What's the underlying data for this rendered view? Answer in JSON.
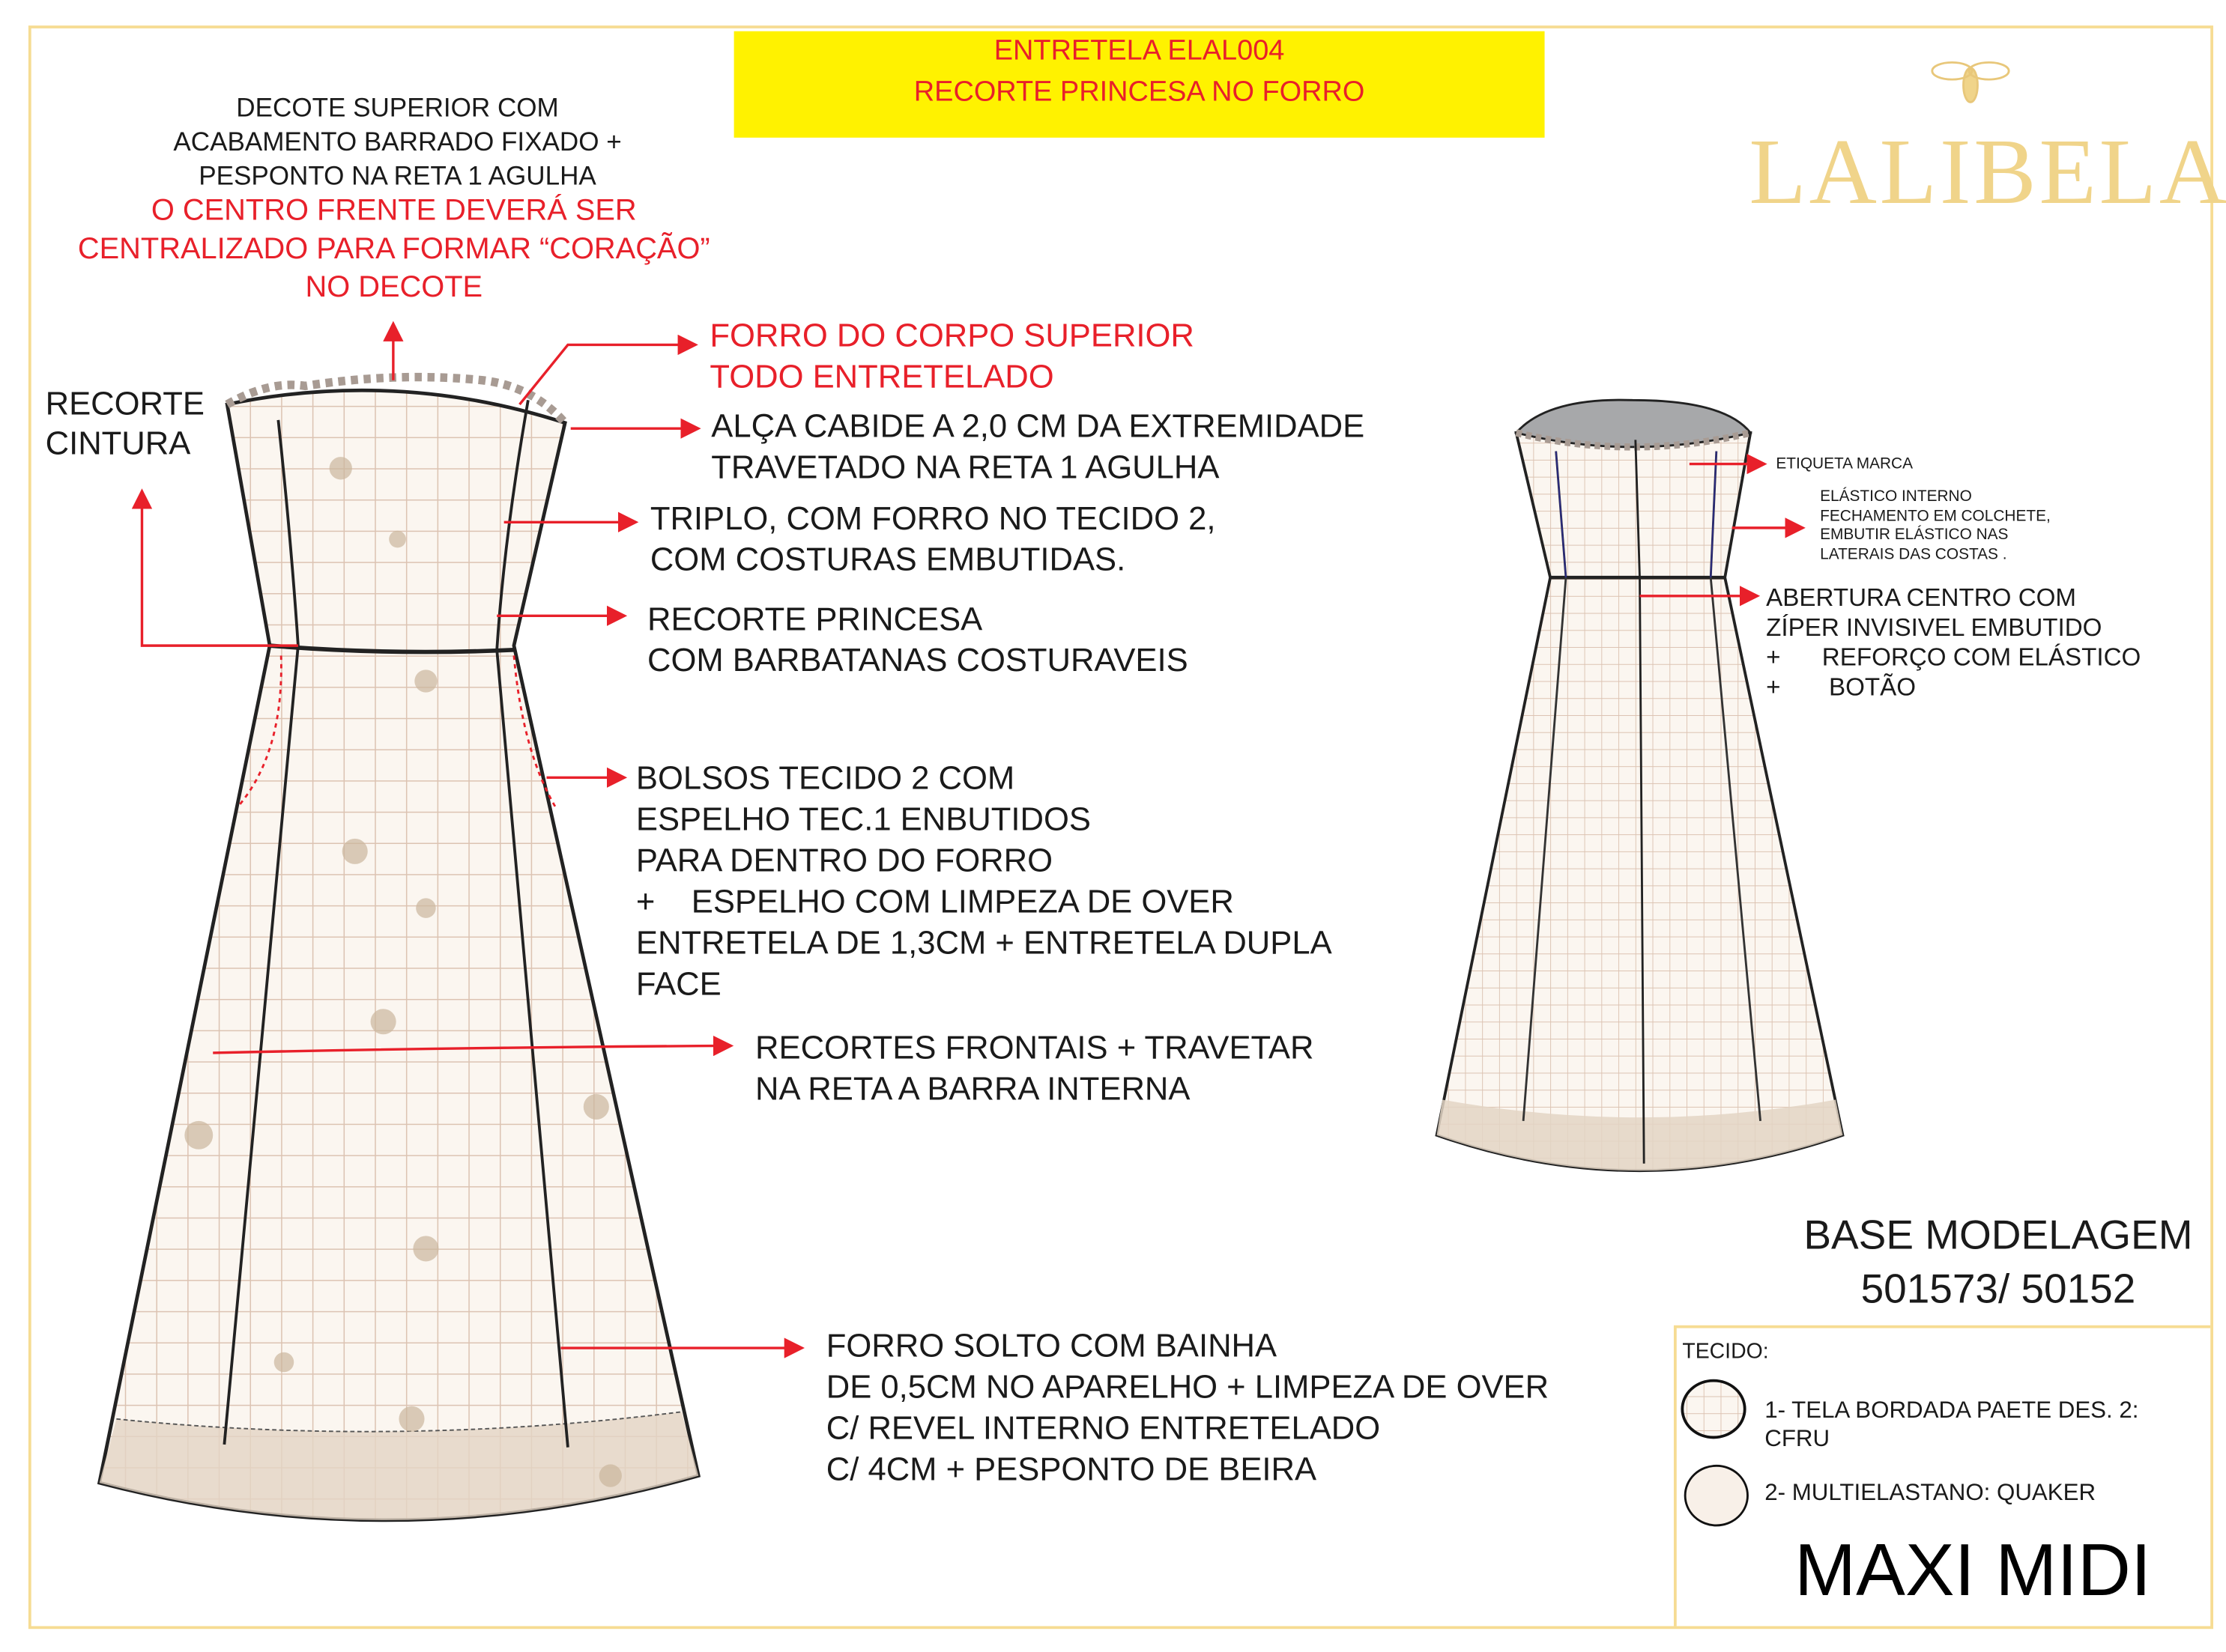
{
  "header": {
    "line1": "ENTRETELA ELAL004",
    "line2": "RECORTE PRINCESA NO FORRO"
  },
  "brand": {
    "logo_text": "LALIBELA",
    "logo_icon": "bee-icon",
    "color": "#f0d48a"
  },
  "colors": {
    "accent_red": "#e8202a",
    "highlight": "#fff200",
    "frame": "#f6dc93",
    "fabric": "#f7efe6",
    "grid": "#d8bfae"
  },
  "notes": {
    "neckline": [
      "DECOTE SUPERIOR COM",
      "ACABAMENTO BARRADO FIXADO +",
      "PESPONTO NA RETA 1 AGULHA"
    ],
    "neckline_red": [
      "O CENTRO FRENTE DEVERÁ SER",
      "CENTRALIZADO PARA FORMAR “CORAÇÃO”",
      "NO DECOTE"
    ],
    "waist": [
      "RECORTE",
      "CINTURA"
    ],
    "lining": [
      "FORRO DO CORPO SUPERIOR",
      "TODO ENTRETELADO"
    ],
    "strap": [
      "ALÇA CABIDE A 2,0 CM DA EXTREMIDADE",
      "TRAVETADO NA RETA 1 AGULHA"
    ],
    "triple": [
      "TRIPLO, COM FORRO NO TECIDO 2,",
      "COM COSTURAS EMBUTIDAS."
    ],
    "princess": [
      "RECORTE PRINCESA",
      "COM BARBATANAS COSTURAVEIS"
    ],
    "pockets": [
      "BOLSOS TECIDO 2 COM",
      "ESPELHO TEC.1 ENBUTIDOS",
      "PARA DENTRO DO FORRO",
      "+    ESPELHO COM LIMPEZA DE OVER",
      "ENTRETELA DE 1,3CM + ENTRETELA DUPLA",
      "FACE"
    ],
    "front_seams": [
      "RECORTES FRONTAIS + TRAVETAR",
      "NA RETA A BARRA INTERNA"
    ],
    "hem": [
      "FORRO SOLTO COM BAINHA",
      "DE 0,5CM NO APARELHO + LIMPEZA DE OVER",
      "C/ REVEL INTERNO ENTRETELADO",
      "C/ 4CM + PESPONTO DE BEIRA"
    ],
    "label": "ETIQUETA MARCA",
    "elastic": [
      "ELÁSTICO INTERNO",
      "FECHAMENTO EM COLCHETE,",
      "EMBUTIR ELÁSTICO NAS",
      "LATERAIS DAS COSTAS ."
    ],
    "zipper": [
      "ABERTURA CENTRO COM",
      "ZÍPER INVISIVEL EMBUTIDO",
      "+      REFORÇO COM ELÁSTICO",
      "+       BOTÃO"
    ]
  },
  "base": {
    "title": "BASE MODELAGEM",
    "codes": "501573/ 50152"
  },
  "fabrics": {
    "label": "TECIDO:",
    "items": [
      {
        "name": "1- TELA BORDADA PAETE DES. 2:",
        "name2": "CFRU"
      },
      {
        "name": "2- MULTIELASTANO: QUAKER"
      }
    ]
  },
  "model": "MAXI MIDI"
}
